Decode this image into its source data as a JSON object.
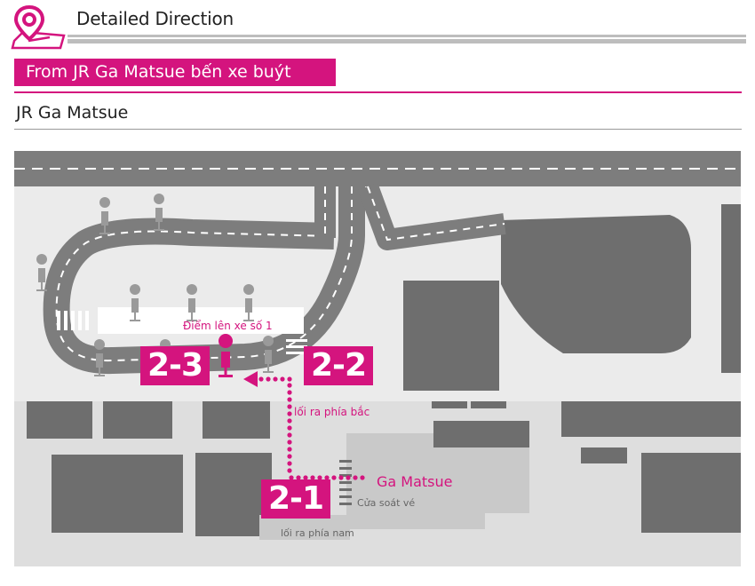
{
  "header": {
    "title": "Detailed Direction",
    "icon": "map-pin-icon"
  },
  "route": {
    "label": "From JR Ga Matsue bến xe buýt"
  },
  "station": {
    "title": "JR Ga Matsue"
  },
  "map": {
    "bus_stop_label": "Điểm lên xe số 1",
    "north_exit_label": "lối ra phía bắc",
    "station_label": "Ga Matsue",
    "ticket_gate_label": "Cửa soát vé",
    "south_exit_label": "lối ra phía nam",
    "steps": [
      "2-1",
      "2-2",
      "2-3"
    ]
  },
  "colors": {
    "accent": "#d4147e",
    "road": "#7d7d7d",
    "building": "#6e6e6e",
    "station_building": "#c9c9c9",
    "ground": "#ebebeb"
  }
}
